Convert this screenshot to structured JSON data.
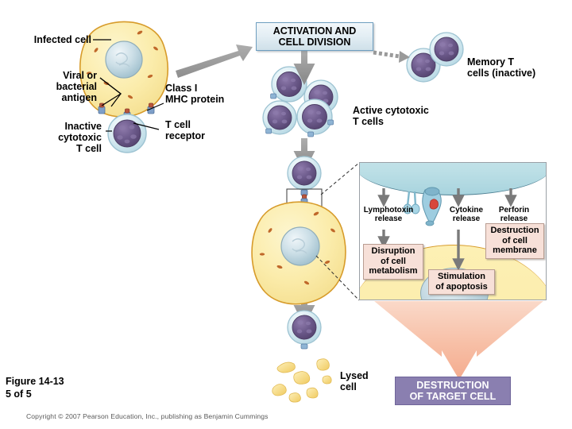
{
  "figure": {
    "number": "Figure 14-13",
    "page": "5 of 5",
    "copyright": "Copyright © 2007 Pearson Education, Inc., publishing as Benjamin Cummings"
  },
  "labels": {
    "infected_cell": "Infected cell",
    "viral_antigen": "Viral or\nbacterial\nantigen",
    "inactive_t_cell": "Inactive\ncytotoxic\nT cell",
    "mhc_protein": "Class I\nMHC protein",
    "t_cell_receptor": "T cell\nreceptor",
    "memory_t_cells": "Memory T\ncells (inactive)",
    "active_t_cells": "Active cytotoxic\nT cells",
    "lysed_cell": "Lysed\ncell"
  },
  "boxes": {
    "activation": "ACTIVATION AND\nCELL DIVISION",
    "destruction_target": "DESTRUCTION\nOF TARGET CELL"
  },
  "detail_panel": {
    "release_labels": [
      "Lymphotoxin\nrelease",
      "Cytokine\nrelease",
      "Perforin\nrelease"
    ],
    "outcome_boxes": [
      "Disruption\nof cell\nmetabolism",
      "Stimulation\nof apoptosis",
      "Destruction\nof cell\nmembrane"
    ]
  },
  "colors": {
    "cell_cytoplasm": "#fbecab",
    "cell_membrane": "#d79b2a",
    "nucleus": "#c7dbe4",
    "t_cell_nucleus": "#6b5a86",
    "t_cell_cytoplasm": "#dcedf2",
    "arrow_gray": "#9a9a9a",
    "arrow_pink": "#f6bda4",
    "box_purple": "#8a7fb0",
    "box_pink": "#f7e0d8",
    "box_activation": "#e3eef4"
  }
}
